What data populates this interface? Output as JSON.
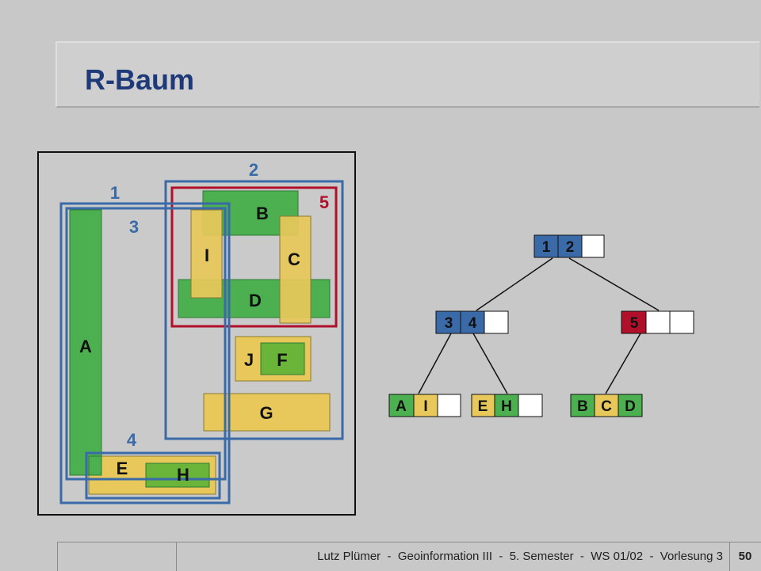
{
  "title": "R-Baum",
  "colors": {
    "background": "#c8c8c8",
    "title": "#1f3a78",
    "green": "#4caf50",
    "yellow": "#e8c85a",
    "blue_node": "#3a6aa8",
    "red_node": "#b0102a",
    "mbr_blue": "#3a6aa8",
    "mbr_red": "#b0102a"
  },
  "diagram": {
    "regions": {
      "r1": "1",
      "r2": "2",
      "r3": "3",
      "r4": "4",
      "r5": "5"
    },
    "objects": {
      "A": "A",
      "B": "B",
      "C": "C",
      "D": "D",
      "E": "E",
      "F": "F",
      "G": "G",
      "H": "H",
      "I": "I",
      "J": "J"
    }
  },
  "tree": {
    "root": [
      "1",
      "2",
      ""
    ],
    "level1_left": [
      "3",
      "4",
      ""
    ],
    "level1_right": [
      "5",
      "",
      ""
    ],
    "leaf_1": [
      "A",
      "I",
      ""
    ],
    "leaf_2": [
      "E",
      "H",
      ""
    ],
    "leaf_3": [
      "B",
      "C",
      "D"
    ]
  },
  "footer": {
    "text": "Lutz Plümer  -  Geoinformation III  -  5. Semester  -  WS 01/02  -  Vorlesung 3",
    "page": "50"
  }
}
